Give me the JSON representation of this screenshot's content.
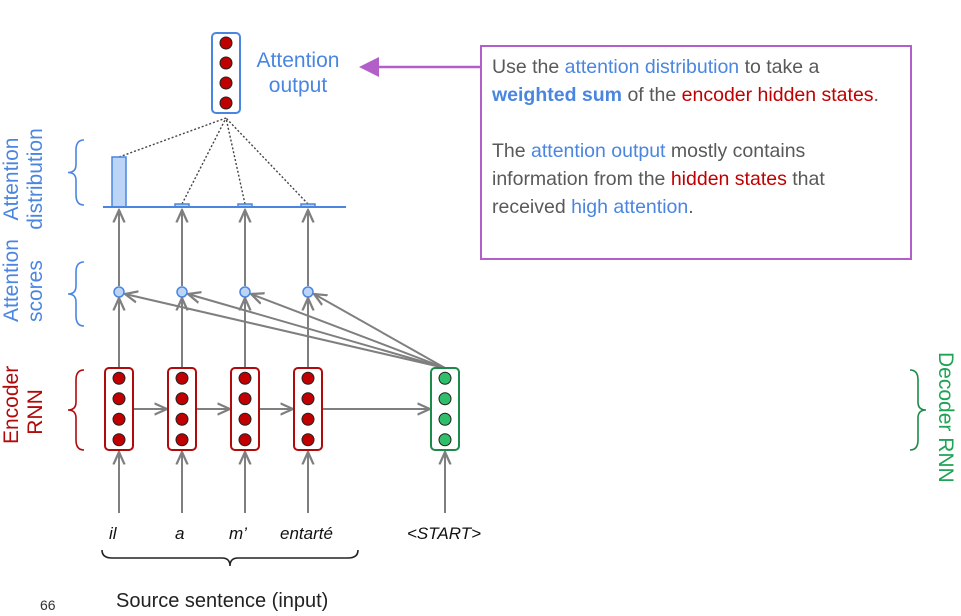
{
  "labels": {
    "attention_output": [
      "Attention",
      "output"
    ],
    "attention_distribution": [
      "Attention",
      "distribution"
    ],
    "attention_scores": [
      "Attention",
      "scores"
    ],
    "encoder_rnn": [
      "Encoder",
      "RNN"
    ],
    "decoder_rnn": "Decoder RNN",
    "source_sentence": "Source sentence (input)",
    "page_number": "66"
  },
  "source_words": [
    "il",
    "a",
    "m’",
    "entarté"
  ],
  "decoder_input": "<START>",
  "attention_distribution_values": [
    0.85,
    0.05,
    0.05,
    0.05
  ],
  "callout": {
    "p1": {
      "t1": "Use the ",
      "h1": "attention distribution",
      "t2": " to take a ",
      "b1": "weighted sum",
      "t3": " of the ",
      "h2": "encoder hidden states",
      "t4": "."
    },
    "p2": {
      "t1": "The ",
      "h1": "attention output",
      "t2": " mostly contains information from the ",
      "h2": "hidden states",
      "t3": " that received ",
      "h3": "high attention",
      "t4": "."
    }
  },
  "colors": {
    "encoder": "#b00a0a",
    "encoder_fill": "#c00000",
    "decoder": "#1b8a4a",
    "decoder_fill": "#2fbf6a",
    "attention": "#4a86e0",
    "attention_fill": "#bcd5f7",
    "callout_border": "#b35fc9",
    "arrow": "#7f7f7f"
  }
}
